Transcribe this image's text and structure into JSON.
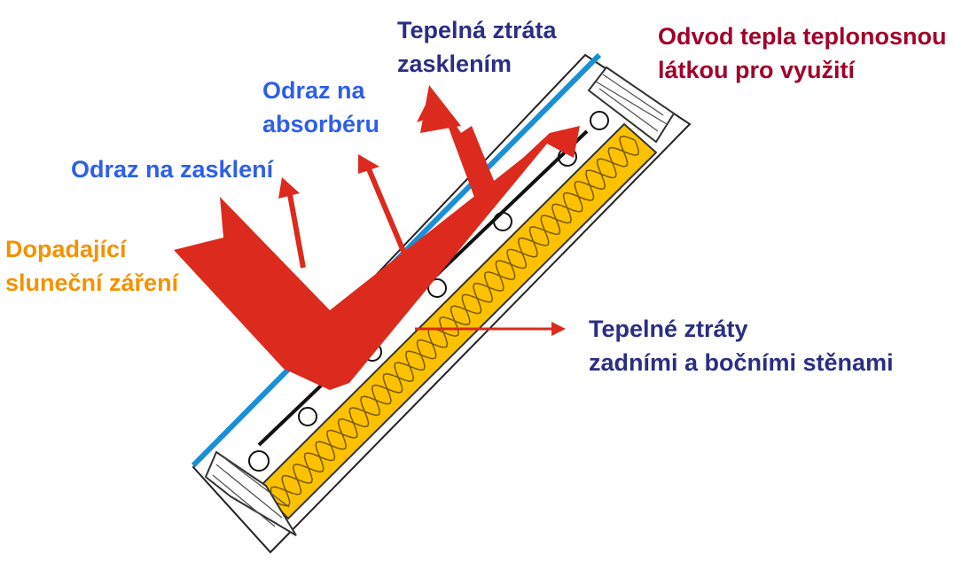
{
  "labels": {
    "incoming": [
      "Dopadající",
      "sluneční záření"
    ],
    "reflection_glass": [
      "Odraz na zasklení"
    ],
    "reflection_absorber": [
      "Odraz na",
      "absorbéru"
    ],
    "loss_glazing": [
      "Tepelná ztráta",
      "zasklením"
    ],
    "heat_removal": [
      "Odvod tepla teplonosnou",
      "látkou pro využití"
    ],
    "loss_walls": [
      "Tepelné ztráty",
      "zadními a bočními stěnami"
    ]
  },
  "colors": {
    "orange_label": "#f39200",
    "blue_label": "#2e5fe8",
    "navy_label": "#2b2e83",
    "maroon_label": "#a1002a",
    "arrow_red": "#dc2a1e",
    "glass_blue": "#1a8fd6",
    "insulation_yellow": "#fcc200",
    "outline": "#222222"
  }
}
